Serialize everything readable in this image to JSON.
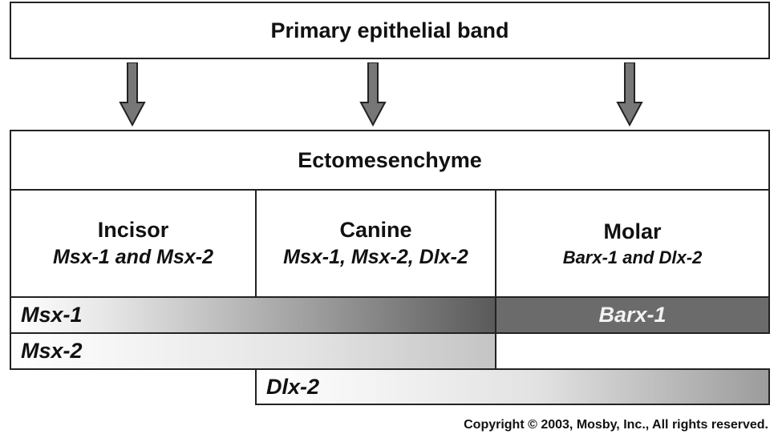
{
  "top_box": "Primary epithelial band",
  "middle_box": "Ectomesenchyme",
  "columns": [
    {
      "title": "Incisor",
      "genes": "Msx-1 and Msx-2"
    },
    {
      "title": "Canine",
      "genes": "Msx-1, Msx-2, Dlx-2"
    },
    {
      "title": "Molar",
      "genes": "Barx-1 and Dlx-2"
    }
  ],
  "bars": {
    "msx1": "Msx-1",
    "barx1": "Barx-1",
    "msx2": "Msx-2",
    "dlx2": "Dlx-2"
  },
  "copyright": "Copyright © 2003, Mosby, Inc., All rights reserved."
}
